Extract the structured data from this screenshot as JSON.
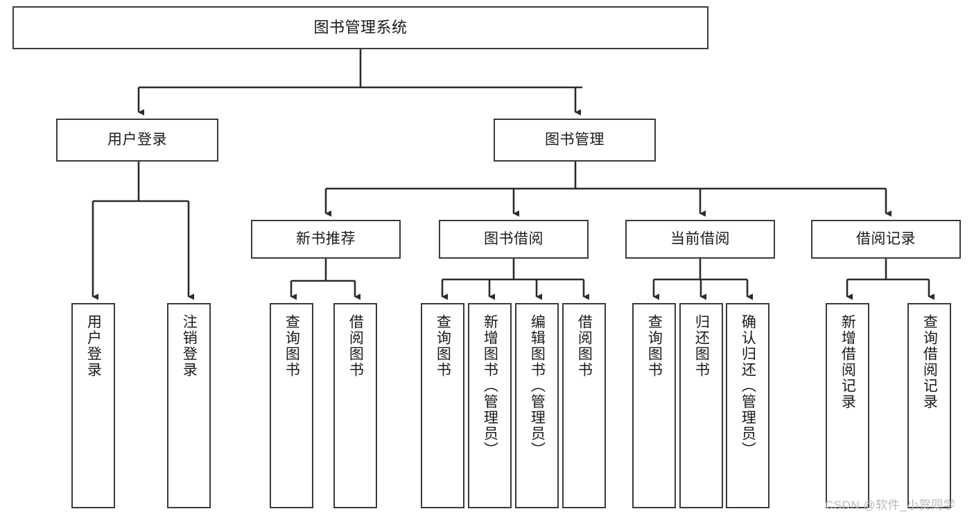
{
  "diagram": {
    "title": "图书管理系统",
    "type": "tree-hierarchy-diagram",
    "colors": {
      "box_border": "#3a3a3a",
      "box_fill": "#ffffff",
      "connector": "#2b2b2b",
      "text": "#1a1a1a",
      "watermark": "#b9b9b9",
      "background": "#ffffff"
    },
    "watermark": "CSDN @软件_小贺同学",
    "nodes": {
      "root": {
        "label": "图书管理系统"
      },
      "level2": [
        {
          "label": "用户登录"
        },
        {
          "label": "图书管理"
        }
      ],
      "level3": [
        {
          "label": "新书推荐"
        },
        {
          "label": "图书借阅"
        },
        {
          "label": "当前借阅"
        },
        {
          "label": "借阅记录"
        }
      ],
      "leaves": {
        "user_login": [
          {
            "label": "用户登录"
          },
          {
            "label": "注销登录"
          }
        ],
        "new_book_recommend": [
          {
            "label": "查询图书"
          },
          {
            "label": "借阅图书"
          }
        ],
        "book_borrow": [
          {
            "label": "查询图书"
          },
          {
            "label": "新增图书（管理员）"
          },
          {
            "label": "编辑图书（管理员）"
          },
          {
            "label": "借阅图书"
          }
        ],
        "current_borrow": [
          {
            "label": "查询图书"
          },
          {
            "label": "归还图书"
          },
          {
            "label": "确认归还（管理员）"
          }
        ],
        "borrow_record": [
          {
            "label": "新增借阅记录"
          },
          {
            "label": "查询借阅记录"
          }
        ]
      }
    }
  }
}
